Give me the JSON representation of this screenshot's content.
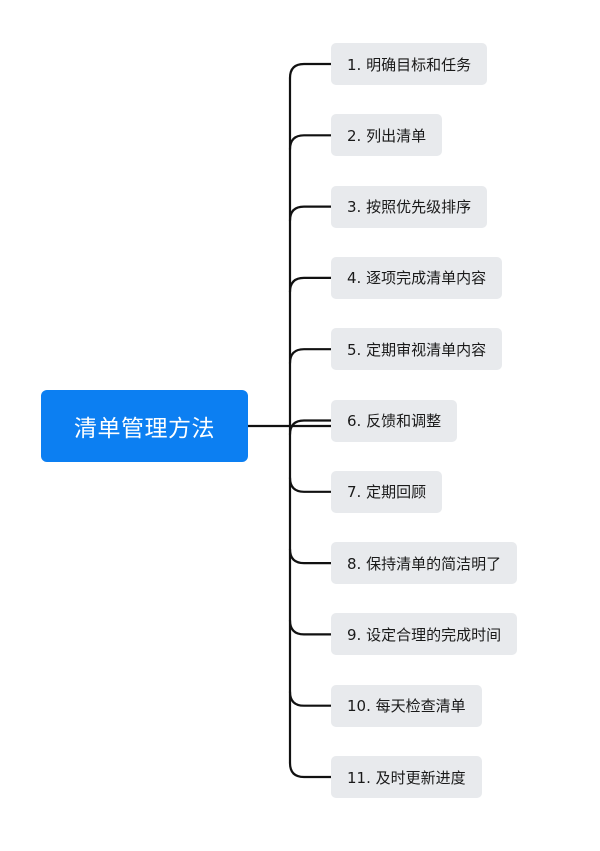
{
  "colors": {
    "root_bg": "#0c7ff2",
    "branch_bg": "#e8eaed",
    "connector": "#111111"
  },
  "root": {
    "label": "清单管理方法"
  },
  "branches": [
    {
      "label": "1. 明确目标和任务"
    },
    {
      "label": "2. 列出清单"
    },
    {
      "label": "3. 按照优先级排序"
    },
    {
      "label": "4. 逐项完成清单内容"
    },
    {
      "label": "5. 定期审视清单内容"
    },
    {
      "label": "6. 反馈和调整"
    },
    {
      "label": "7. 定期回顾"
    },
    {
      "label": "8. 保持清单的简洁明了"
    },
    {
      "label": "9. 设定合理的完成时间"
    },
    {
      "label": "10. 每天检查清单"
    },
    {
      "label": "11. 及时更新进度"
    }
  ]
}
